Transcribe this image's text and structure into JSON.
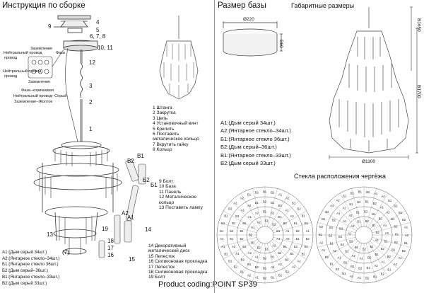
{
  "assembly": {
    "title": "Инструкция по сборке",
    "wiring_labels": [
      "Нейтральный провод",
      "Заземление",
      "Фаза",
      "Нейтральный провод",
      "Заземление"
    ],
    "wire_colors": [
      "Фаза--коричневая",
      "Нейтральный провод--Серый",
      "Заземление--Жолтое"
    ],
    "callouts": [
      "9",
      "4",
      "5",
      "6, 7, 8",
      "10, 11",
      "12",
      "3",
      "2",
      "1",
      "B2",
      "B1",
      "Б2",
      "Б1",
      "A2",
      "A1",
      "19",
      "14",
      "13",
      "18",
      "17",
      "16",
      "15",
      "(7)"
    ],
    "parts_upper": [
      "1  Штанга",
      "2  Закрутка",
      "3  Цепь",
      "4  Установочный винт",
      "5  Крепить",
      "6  Поставить",
      "    металическое кольцо",
      "7  Вкрутить гайку",
      "8  Кольцо"
    ],
    "parts_middle": [
      "9  Болт",
      "10 База",
      "11 Панель",
      "12 Металическое",
      "     кольцо",
      "13 Поставить лампу"
    ],
    "parts_lower": [
      "14  Декоративный",
      "      металический диск",
      "15 Лепесток",
      "16 Силиконовая прокладка",
      "17 Лепесток",
      "18 Силиконовая прокладка",
      "19 Болт"
    ]
  },
  "base_size": {
    "title": "Размер базы",
    "diameter": "Ø220",
    "height": "B60"
  },
  "overall": {
    "title": "Габаритные размеры",
    "total_height": "B1650",
    "body_height": "B1700",
    "diameter": "Ø1100"
  },
  "glass_legend": [
    "A1:(Дым серый 34шт.)",
    "A2:(Янтарное стекло–34шт.)",
    "Б1:(Янтарное стекло 36шт.)",
    "Б2:(Дым серый–36шт.)",
    "B1:(Янтарное стекло–33шт.)",
    "B2:(Дым серый 33шт.)"
  ],
  "glass_legend_small": [
    "A1:(Дым серый 34шт.)",
    "A2:(Янтарное стекло–34шт.)",
    "Б1:(Янтарное стекло 36шт.)",
    "Б2:(Дым серый–36шт.)",
    "B1:(Янтарное стекло–33шт.)",
    "B2:(Дым серый 33шт.)"
  ],
  "layout_title": "Стекла расположения чертёжа",
  "product_code": "Product coding:POINT SP39"
}
